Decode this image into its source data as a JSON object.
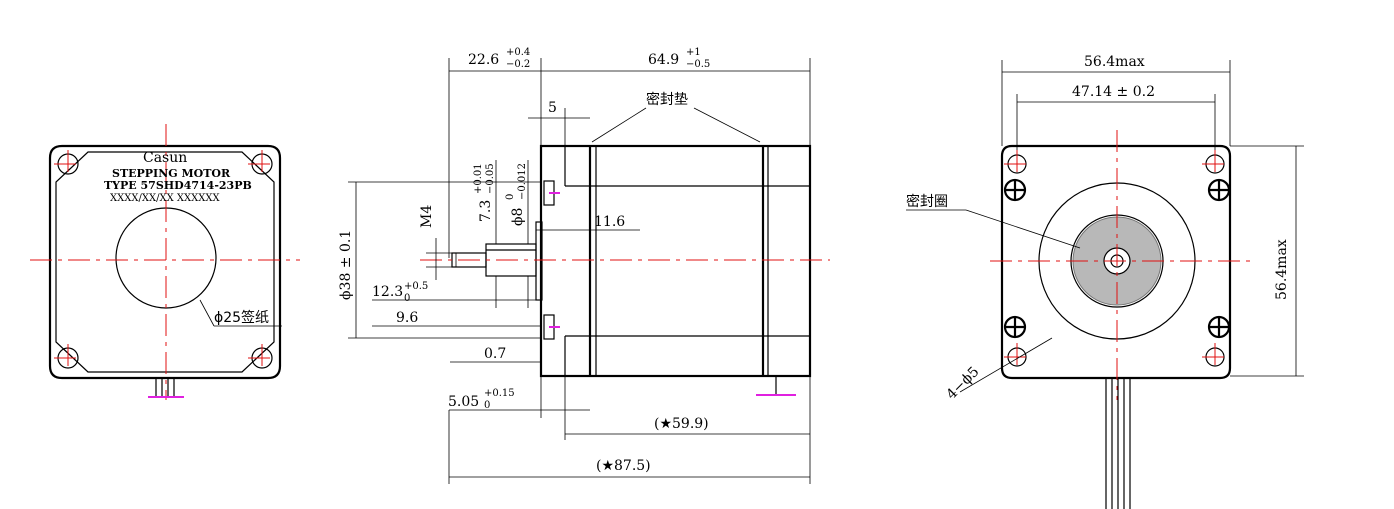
{
  "label": {
    "brand": "Casun",
    "line1": "STEPPING MOTOR",
    "line2": "TYPE 57SHD4714-23PB",
    "line3": "XXXX/XX/XX XXXXXX"
  },
  "front": {
    "label_dia": "ϕ25签纸"
  },
  "side": {
    "d_shaft_len": "22.6",
    "d_shaft_len_tol_up": "+0.4",
    "d_shaft_len_tol_dn": "−0.2",
    "d_body_len": "64.9",
    "d_body_len_tol_up": "+1",
    "d_body_len_tol_dn": "−0.5",
    "d_flange": "5",
    "gasket": "密封垫",
    "d_flat_main": "7.3",
    "d_flat_up": "+0.01",
    "d_flat_dn": "−0.05",
    "d_shaft_dia_main": "ϕ8",
    "d_shaft_dia_up": "0",
    "d_shaft_dia_dn": "−0.012",
    "thread": "M4",
    "d_116": "11.6",
    "d_pilot": "ϕ38 ± 0.1",
    "d_123": "12.3",
    "d_123_up": "+0.5",
    "d_123_dn": "0",
    "d_96": "9.6",
    "d_07": "0.7",
    "d_505": "5.05",
    "d_505_up": "+0.15",
    "d_505_dn": "0",
    "d_599": "(★59.9)",
    "d_875": "(★87.5)"
  },
  "back": {
    "d_width": "56.4max",
    "d_holes": "47.14 ± 0.2",
    "seal": "密封圈",
    "d_height": "56.4max",
    "d_hole_dia": "4−ϕ5"
  }
}
